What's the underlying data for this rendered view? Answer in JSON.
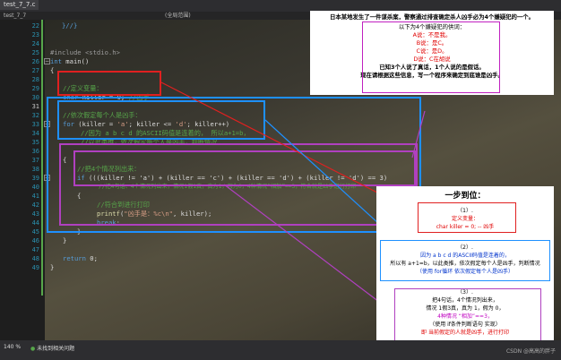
{
  "tab": {
    "title": "test_7_7.c"
  },
  "nav": {
    "left": "test_7_7",
    "mid": "(全局范围)",
    "right": ""
  },
  "line_numbers": [
    "22",
    "23",
    "24",
    "25",
    "26",
    "27",
    "28",
    "29",
    "30",
    "31",
    "32",
    "33",
    "34",
    "35",
    "36",
    "37",
    "38",
    "39",
    "40",
    "41",
    "42",
    "43",
    "44",
    "45",
    "46",
    "47",
    "48",
    "49"
  ],
  "code": {
    "l22": "   }//}",
    "l25_inc": "#include <stdio.h>",
    "l26_kw": "int",
    "l26_rest": " main()",
    "l27": "{",
    "l29_cm": "//定义变量：",
    "l30_kw": "char",
    "l30_rest": " killer = 0; ",
    "l30_cm": "//凶手",
    "l32_cm": "//依次假定每个人是凶手：",
    "l33_kw": "for",
    "l33_rest": " (killer = ",
    "l33_s1": "'a'",
    "l33_mid": "; killer <= ",
    "l33_s2": "'d'",
    "l33_end": "; killer++)",
    "l34_cm": "//因为 a b c d 的ASCII码值是连着的， 所以a+1=b，",
    "l35_cm": "//以此类推，依次假定每个人是凶手，判断情况",
    "l37": "{",
    "l38_cm": "//把4个情况列出来：",
    "l39_kw": "if",
    "l39_rest": " (((killer != 'a') + (killer == 'c') + (killer == 'd') + (killer != 'd') == 3)",
    "l40_cm": "//把4句话、4个情况列出来，情况1假1真，真为1，假为0，4种情况“相加”==3，符合就是凶手进行打印",
    "l41": "{",
    "l42_cm": "//符合到进行打印",
    "l43_fn": "printf",
    "l43_a": "(",
    "l43_str": "\"凶手是：%c\\n\"",
    "l43_b": ", killer);",
    "l44_kw": "break",
    "l44_rest": ";",
    "l45": "}",
    "l46": "}",
    "l48_kw": "return",
    "l48_rest": " 0;",
    "l49": "}"
  },
  "panel_top": {
    "title": "日本某地发生了一件谋杀案，警察通过排查确定杀人凶手必为4个嫌疑犯的一个。",
    "sub": "以下为4个嫌疑犯的供词：",
    "a": "A说：不是我。",
    "b": "B说：是C。",
    "c": "C说：是D。",
    "d": "D说：C在胡说",
    "note1": "已知3个人说了真话，1个人说的是假话。",
    "note2": "现在请根据这些信息，写一个程序来确定到底谁是凶手。"
  },
  "panel_right": {
    "heading": "一步到位：",
    "s1_num": "（1）.",
    "s1_a": "定义变量：",
    "s1_b": "char killer = 0; -- 凶手",
    "s2_num": "（2）.",
    "s2_a": "因为 a b c d 的ASCII码值是连着的，",
    "s2_b": "所以有 a+1=b，以此类推，依次假定每个人是凶手，判断情况",
    "s2_c": "（使用 for循环 依次假定每个人是凶手）",
    "s3_num": "（3）.",
    "s3_a": "把4句话，4个情况列出来，",
    "s3_b": "情况 1假3真，真为 1，假为 0，",
    "s3_c": "4种情况 “相加”==3，",
    "s3_d": "（使用 if条件判断语句 实现）",
    "s3_e": "即 当前假定的人就是凶手，进行打印"
  },
  "status": {
    "zoom": "140 %",
    "issues": "未找到相关问题",
    "watermark": "CSDN @高高的胖子"
  },
  "colors": {
    "red_frame": "#e02020",
    "blue_frame": "#1e90ff",
    "purple_frame": "#b040c0",
    "magenta_frame": "#c020c0"
  }
}
